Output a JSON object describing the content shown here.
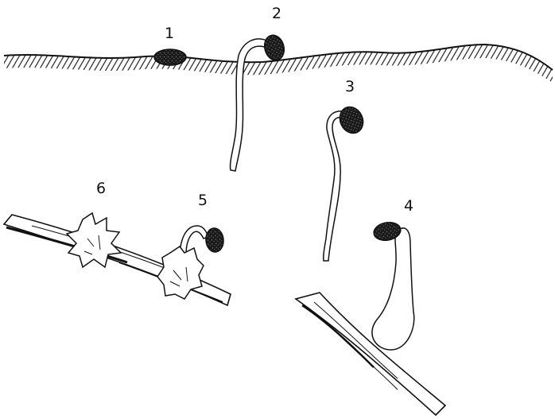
{
  "labels": {
    "stage_1": "1",
    "stage_2": "2",
    "stage_3": "3",
    "stage_4": "4",
    "stage_5": "5",
    "stage_6": "6"
  },
  "colors": {
    "ink": "#111111",
    "seed": "#1a1a1a",
    "paper": "#ffffff"
  }
}
